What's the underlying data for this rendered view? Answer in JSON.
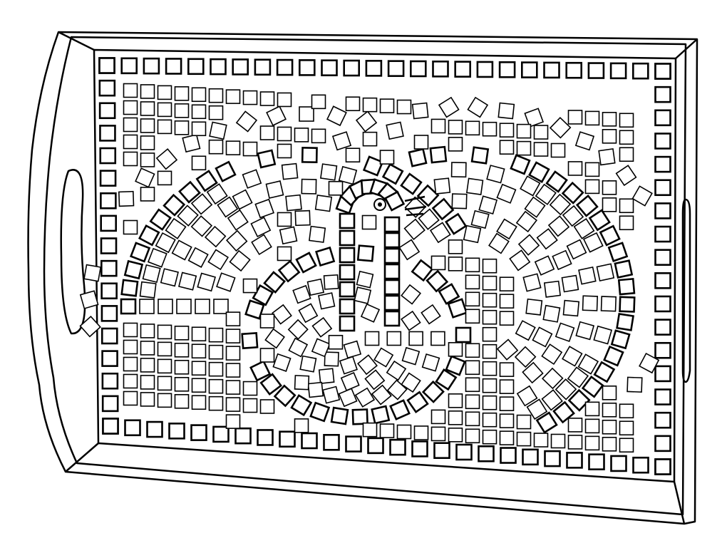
{
  "colors": {
    "line": "#000000",
    "background": "#ffffff"
  },
  "illustration": {
    "subject": "mosaic-tray",
    "motif": "dove",
    "handles": [
      "left-cutout",
      "right-slot"
    ]
  }
}
